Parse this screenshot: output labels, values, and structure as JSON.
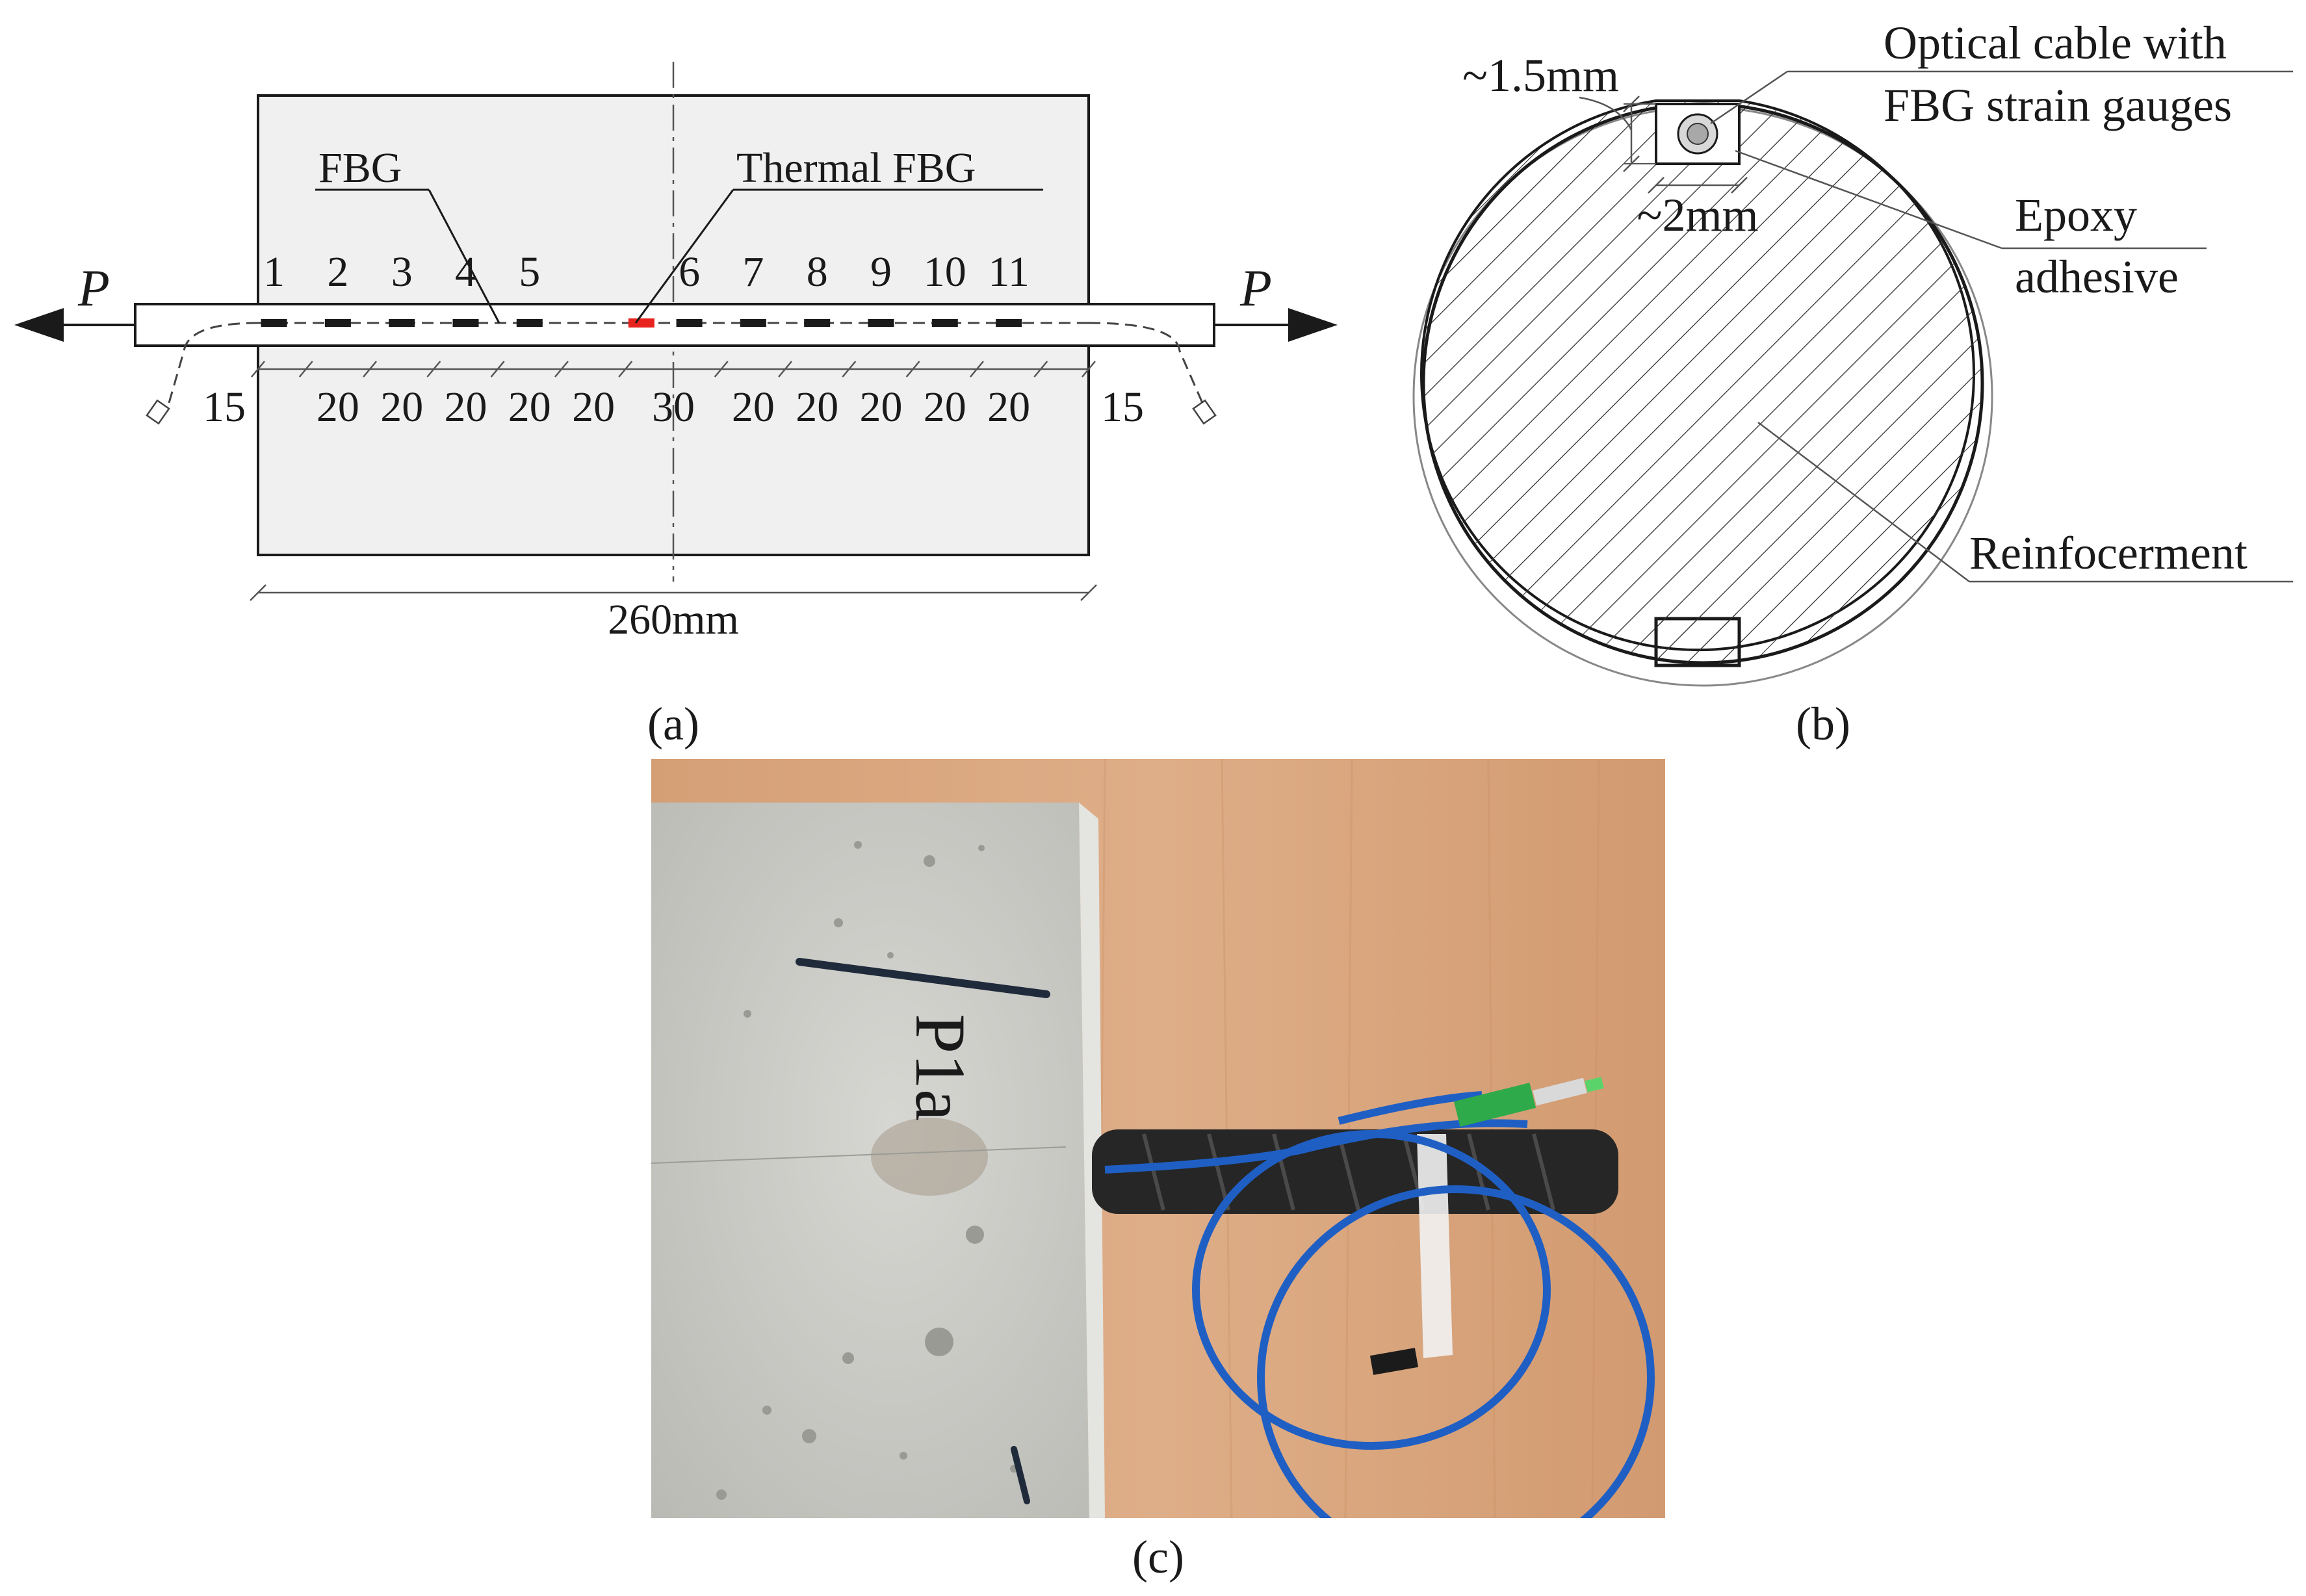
{
  "panel_a": {
    "caption": "(a)",
    "label_fbg": "FBG",
    "label_thermal": "Thermal FBG",
    "force_left": "P",
    "force_right": "P",
    "sensor_numbers": [
      "1",
      "2",
      "3",
      "4",
      "5",
      "6",
      "7",
      "8",
      "9",
      "10",
      "11"
    ],
    "spacings": [
      "15",
      "20",
      "20",
      "20",
      "20",
      "20",
      "30",
      "20",
      "20",
      "20",
      "20",
      "20",
      "15"
    ],
    "total_length": "260mm"
  },
  "panel_b": {
    "caption": "(b)",
    "cable_label_line1": "Optical cable with",
    "cable_label_line2": "FBG strain gauges",
    "depth_label": "~1.5mm",
    "width_label": "~2mm",
    "epoxy_line1": "Epoxy",
    "epoxy_line2": "adhesive",
    "reinforcement": "Reinfocerment"
  },
  "panel_c": {
    "caption": "(c)",
    "specimen_marking": "P1a"
  },
  "colors": {
    "concrete": "#f0f0f0",
    "line": "#1a1a1a",
    "thermal_fbg": "#e8231e",
    "cable": "#1f5fc4",
    "connector": "#2faa4a",
    "wood": "#d9a57e",
    "photo_concrete": "#c9c9c4"
  }
}
